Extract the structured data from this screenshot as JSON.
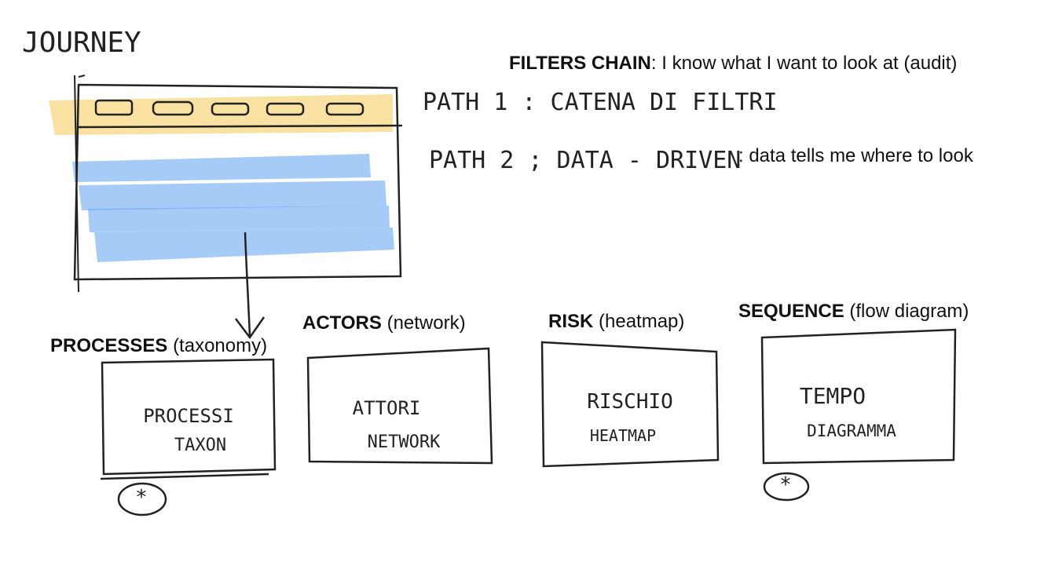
{
  "journey": {
    "title": "JOURNEY"
  },
  "paths": {
    "path1": {
      "handwritten": "PATH 1 : CATENA DI FILTRI"
    },
    "path2": {
      "handwritten": "PATH 2 ; DATA - DRIVEN",
      "note": ": data tells me where to look"
    },
    "filters_chain": {
      "title": "FILTERS CHAIN",
      "desc": ": I know what I want to look at (audit)"
    }
  },
  "views": [
    {
      "title": "PROCESSES",
      "subtitle": "(taxonomy)",
      "sketch_line1": "PROCESSI",
      "sketch_line2": "TAXON",
      "marker": "*"
    },
    {
      "title": "ACTORS",
      "subtitle": "(network)",
      "sketch_line1": "ATTORI",
      "sketch_line2": "NETWORK"
    },
    {
      "title": "RISK",
      "subtitle": "(heatmap)",
      "sketch_line1": "RISCHIO",
      "sketch_line2": "HEATMAP"
    },
    {
      "title": "SEQUENCE",
      "subtitle": "(flow diagram)",
      "sketch_line1": "TEMPO",
      "sketch_line2": "DIAGRAMMA",
      "marker": "*"
    }
  ],
  "colors": {
    "ink": "#222222",
    "yellow": "#f7d98a",
    "blue": "#6aa9f0"
  }
}
